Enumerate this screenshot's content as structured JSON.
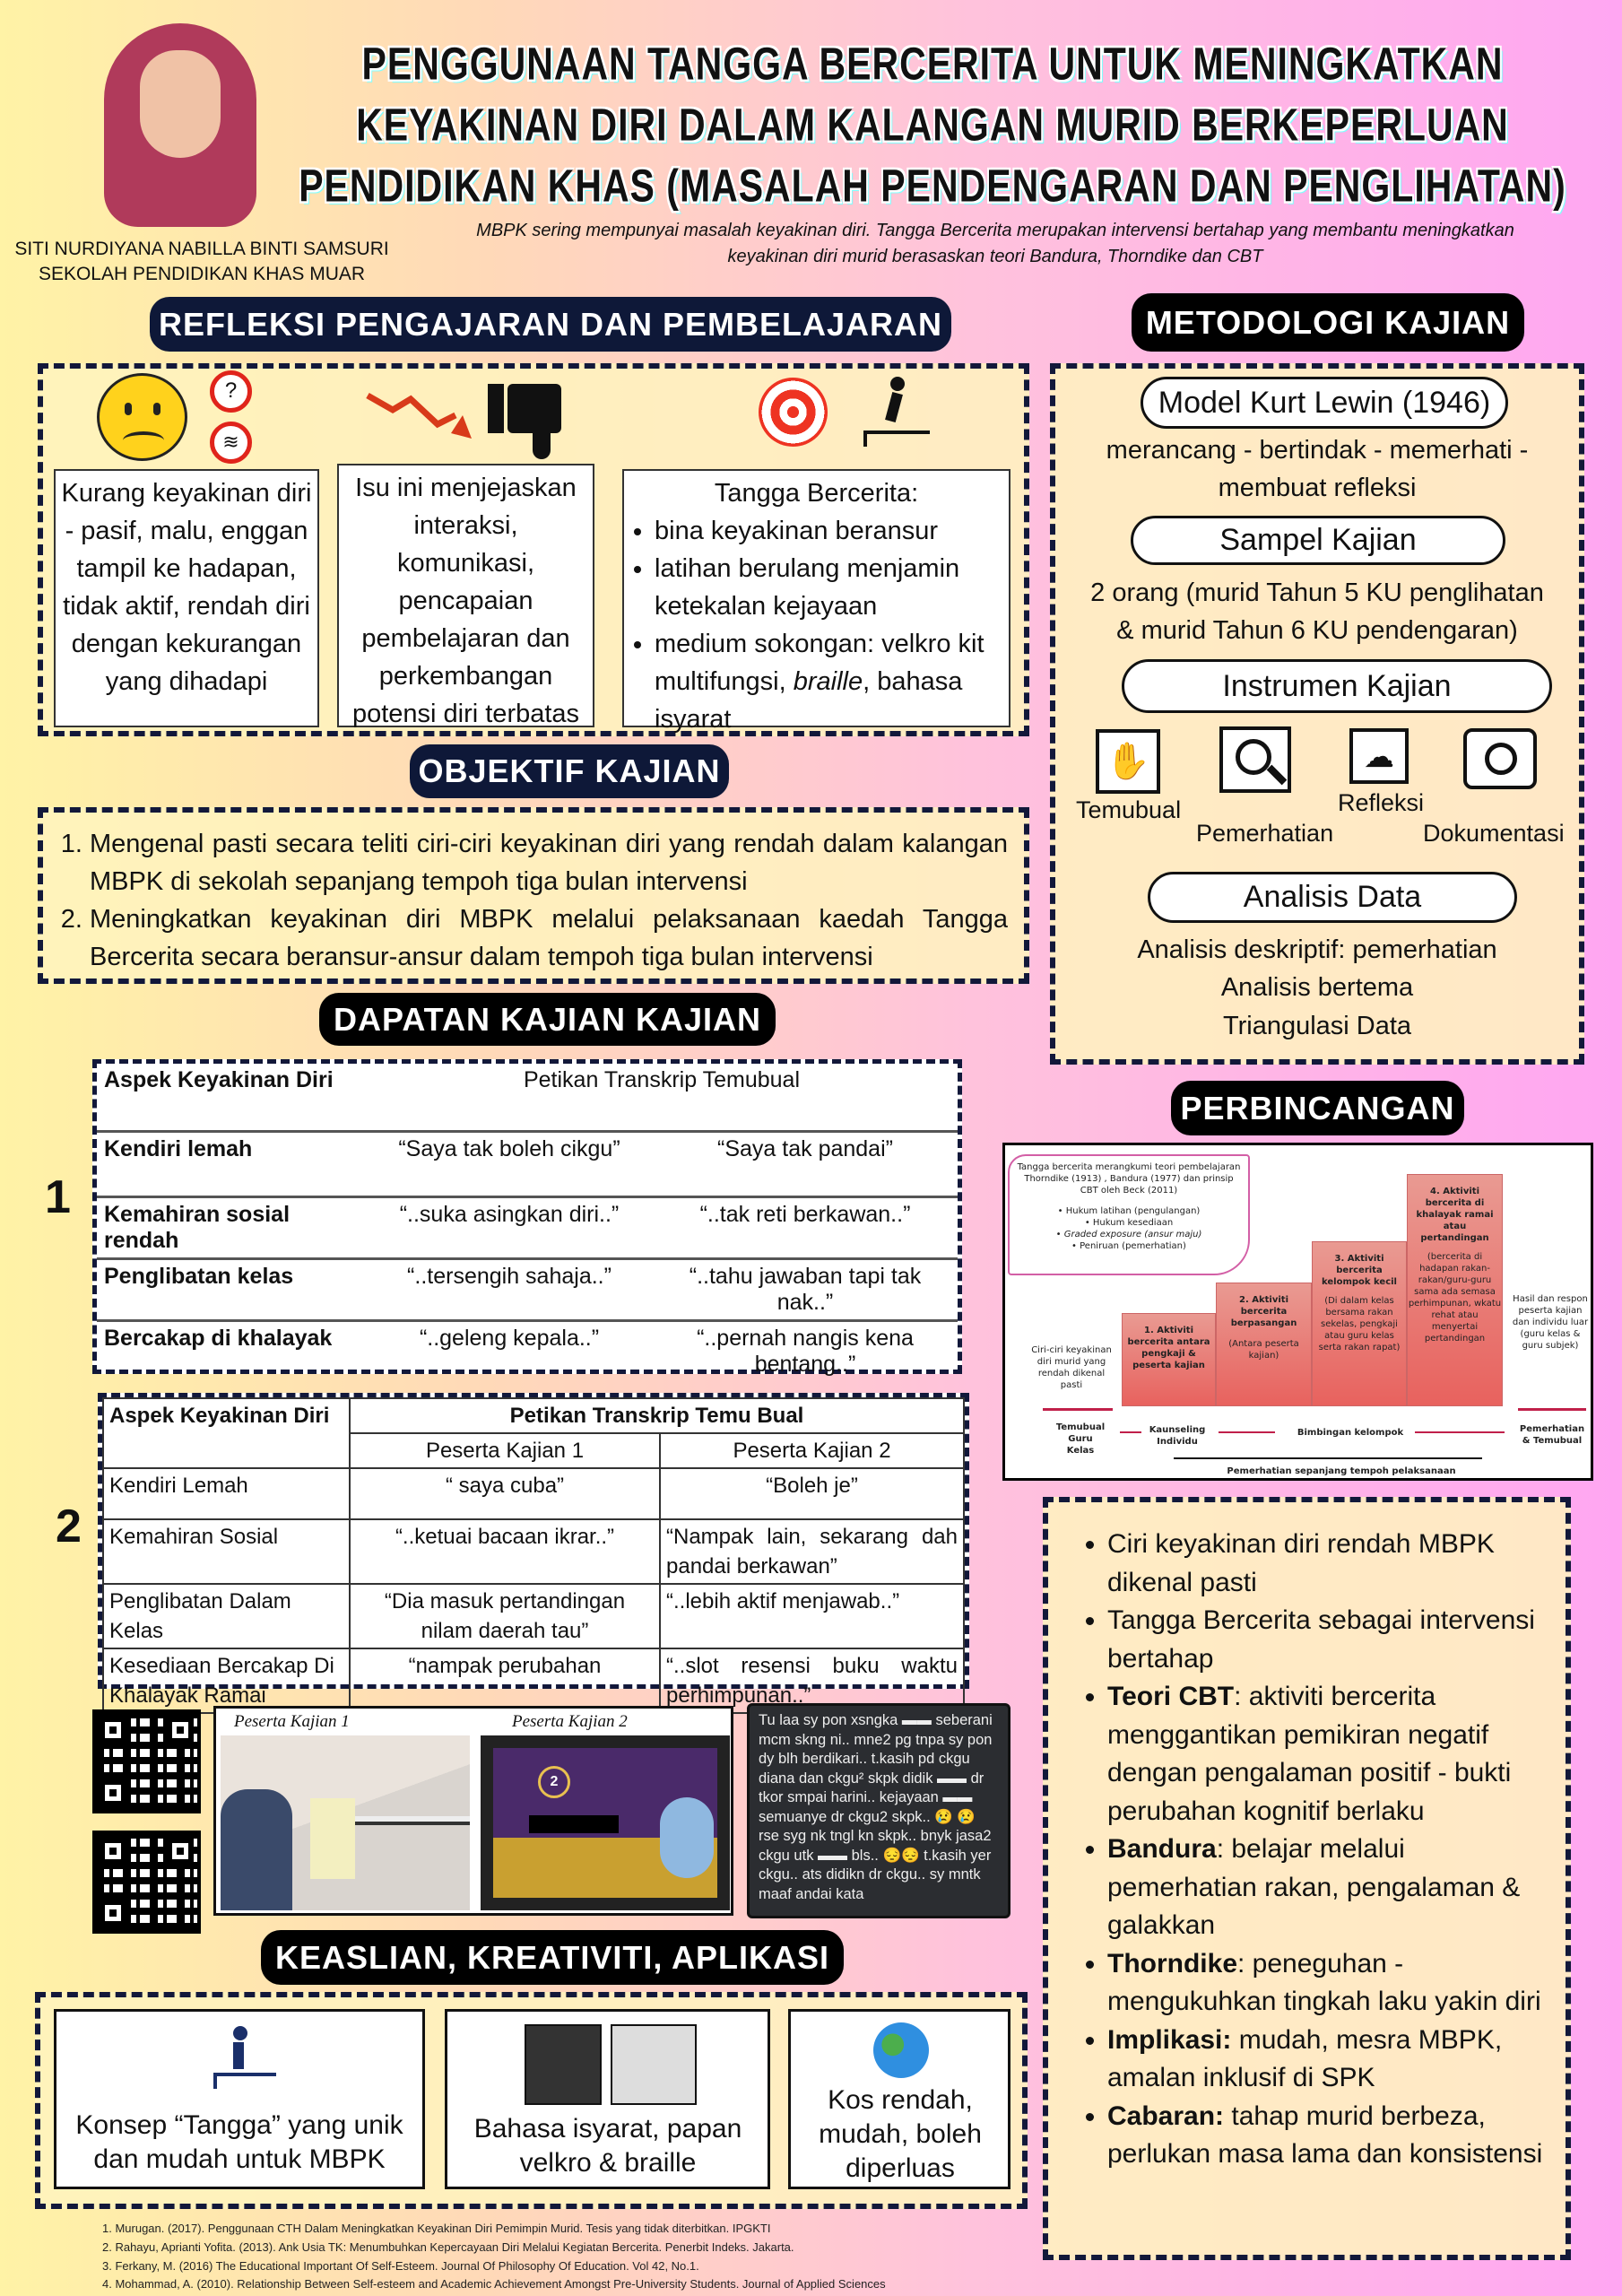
{
  "author": {
    "name": "SITI NURDIYANA NABILLA BINTI SAMSURI",
    "school": "SEKOLAH PENDIDIKAN KHAS MUAR"
  },
  "title": {
    "line1": "PENGGUNAAN TANGGA BERCERITA UNTUK MENINGKATKAN",
    "line2": "KEYAKINAN DIRI DALAM KALANGAN MURID BERKEPERLUAN",
    "line3": "PENDIDIKAN KHAS (MASALAH PENDENGARAN DAN PENGLIHATAN)"
  },
  "subtitle": {
    "line1": "MBPK sering mempunyai masalah keyakinan diri. Tangga Bercerita merupakan intervensi bertahap yang membantu meningkatkan",
    "line2": "keyakinan diri murid berasaskan teori Bandura, Thorndike dan CBT"
  },
  "refleksi": {
    "heading": "REFLEKSI PENGAJARAN DAN PEMBELAJARAN",
    "box1": "Kurang keyakinan diri - pasif, malu, enggan tampil ke hadapan, tidak aktif, rendah diri dengan kekurangan yang dihadapi",
    "box2": "Isu ini menjejaskan interaksi, komunikasi, pencapaian pembelajaran dan perkembangan potensi diri terbatas",
    "box3": {
      "title": "Tangga Bercerita:",
      "items": [
        "bina keyakinan beransur",
        "latihan berulang menjamin ketekalan kejayaan"
      ],
      "item3_pre": "medium sokongan: velkro kit multifungsi, ",
      "item3_italic": "braille",
      "item3_post": ", bahasa isyarat"
    }
  },
  "objektif": {
    "heading": "OBJEKTIF KAJIAN",
    "items": [
      "Mengenal pasti secara teliti ciri-ciri keyakinan diri yang rendah dalam kalangan MBPK di sekolah sepanjang tempoh tiga bulan intervensi",
      "Meningkatkan keyakinan diri MBPK melalui pelaksanaan kaedah Tangga Bercerita secara beransur-ansur dalam tempoh tiga bulan intervensi"
    ]
  },
  "dapatan": {
    "heading": "DAPATAN KAJIAN KAJIAN",
    "table1": {
      "number": "1",
      "headers": [
        "Aspek Keyakinan Diri",
        "Petikan Transkrip Temubual"
      ],
      "rows": [
        [
          "Kendiri lemah",
          "“Saya tak boleh cikgu”",
          "“Saya tak pandai”"
        ],
        [
          "Kemahiran sosial rendah",
          "“..suka asingkan diri..”",
          "“..tak reti berkawan..”"
        ],
        [
          "Penglibatan kelas",
          "“..tersengih sahaja..”",
          "“..tahu jawaban tapi tak nak..”"
        ],
        [
          "Bercakap di khalayak",
          "“..geleng kepala..”",
          "“..pernah nangis kena bentang..”"
        ]
      ]
    },
    "table2": {
      "number": "2",
      "headers": [
        "Aspek Keyakinan Diri",
        "Petikan Transkrip Temu Bual"
      ],
      "subheaders": [
        "Peserta Kajian 1",
        "Peserta Kajian 2"
      ],
      "rows": [
        [
          "Kendiri Lemah",
          "“ saya cuba”",
          "“Boleh je”"
        ],
        [
          "Kemahiran Sosial",
          "“..ketuai bacaan ikrar..”",
          "“Nampak lain, sekarang dah pandai berkawan”"
        ],
        [
          "Penglibatan Dalam Kelas",
          "“Dia masuk pertandingan nilam daerah tau”",
          "“..lebih aktif menjawab..”"
        ],
        [
          "Kesediaan Bercakap Di Khalayak Ramai",
          "“nampak perubahan",
          "“..slot resensi buku waktu perhimpunan..”"
        ]
      ]
    },
    "photo_labels": [
      "Peserta Kajian 1",
      "Peserta Kajian 2"
    ],
    "chat": "Tu laa sy pon xsngka ▬▬ seberani mcm skng ni.. mne2 pg tnpa sy pon dy blh berdikari.. t.kasih pd ckgu diana dan ckgu² skpk didik ▬▬ dr tkor smpai harini.. kejayaan ▬▬ semuanye dr ckgu2 skpk.. 😢 😢 rse syg nk tngl kn skpk.. bnyk jasa2 ckgu utk ▬▬ bls.. 😔😔 t.kasih yer ckgu.. ats didikn dr ckgu.. sy mntk maaf andai kata"
  },
  "keaslian": {
    "heading": "KEASLIAN, KREATIVITI, APLIKASI",
    "cards": [
      "Konsep “Tangga” yang unik dan mudah untuk MBPK",
      "Bahasa isyarat, papan velkro & braille",
      "Kos rendah, mudah, boleh diperluas"
    ]
  },
  "references": [
    "1. Murugan. (2017). Penggunaan CTH Dalam Meningkatkan Keyakinan Diri Pemimpin Murid. Tesis   yang tidak diterbitkan. IPGKTI",
    "2. Rahayu, Aprianti Yofita. (2013). Ank Usia TK: Menumbuhkan Kepercayaan Diri Melalui Kegiatan   Bercerita. Penerbit Indeks. Jakarta.",
    "3. Ferkany, M. (2016) The Educational Important Of Self-Esteem. Journal Of Philosophy Of  Education. Vol 42, No.1.",
    "4. Mohammad, A. (2010). Relationship Between Self-esteem and Academic Achievement Amongst Pre-University Students. Journal of Applied Sciences"
  ],
  "metodologi": {
    "heading": "METODOLOGI KAJIAN",
    "model": "Model Kurt Lewin (1946)",
    "model_desc": [
      "merancang - bertindak - memerhati -",
      "membuat refleksi"
    ],
    "sampel": "Sampel Kajian",
    "sampel_desc": [
      "2 orang (murid Tahun 5 KU penglihatan",
      "& murid Tahun 6 KU pendengaran)"
    ],
    "instrumen": "Instrumen Kajian",
    "instruments": [
      "Temubual",
      "Pemerhatian",
      "Refleksi",
      "Dokumentasi"
    ],
    "analisis": "Analisis Data",
    "analisis_desc": [
      "Analisis deskriptif: pemerhatian",
      "Analisis bertema",
      "Triangulasi Data"
    ]
  },
  "perbincangan": {
    "heading": "PERBINCANGAN",
    "diagram": {
      "theory": "Tangga bercerita merangkumi teori pembelajaran Thorndike (1913) , Bandura (1977) dan prinsip CBT oleh Beck (2011)",
      "theory_items": [
        "Hukum latihan (pengulangan)",
        "Hukum kesediaan",
        "Graded exposure (ansur maju)",
        "Peniruan (pemerhatian)"
      ],
      "left": "Ciri-ciri keyakinan diri murid yang rendah dikenal pasti",
      "right": "Hasil dan respon peserta kajian dan individu luar (guru kelas & guru subjek)",
      "steps": [
        {
          "title": "1. Aktiviti bercerita antara pengkaji & peserta kajian",
          "desc": ""
        },
        {
          "title": "2. Aktiviti bercerita berpasangan",
          "desc": "(Antara peserta kajian)"
        },
        {
          "title": "3. Aktiviti bercerita kelompok kecil",
          "desc": "(Di dalam kelas bersama rakan sekelas, pengkaji atau guru kelas serta rakan rapat)"
        },
        {
          "title": "4. Aktiviti bercerita di khalayak ramai atau pertandingan",
          "desc": "(bercerita di hadapan rakan-rakan/guru-guru sama ada semasa perhimpunan, wkatu rehat atau menyertai pertandingan"
        }
      ],
      "phases": [
        "Temubual Guru Kelas",
        "Kaunseling Individu",
        "Bimbingan kelompok",
        "Pemerhatian & Temubual"
      ],
      "timeline": "Pemerhatian sepanjang tempoh pelaksanaan"
    },
    "points": [
      {
        "bold": "",
        "text": "Ciri keyakinan diri rendah MBPK dikenal pasti"
      },
      {
        "bold": "",
        "text": "Tangga Bercerita sebagai intervensi bertahap"
      },
      {
        "bold": "Teori CBT",
        "text": ": aktiviti bercerita menggantikan pemikiran negatif dengan pengalaman positif - bukti perubahan kognitif berlaku"
      },
      {
        "bold": "Bandura",
        "text": ": belajar melalui pemerhatian rakan, pengalaman & galakkan"
      },
      {
        "bold": "Thorndike",
        "text": ": peneguhan - mengukuhkan  tingkah laku yakin diri"
      },
      {
        "bold": "Implikasi:",
        "text": " mudah, mesra MBPK, amalan inklusif di SPK"
      },
      {
        "bold": "Cabaran:",
        "text": " tahap murid berbeza, perlukan masa lama dan konsistensi"
      }
    ]
  },
  "colors": {
    "navy": "#0e1838",
    "dash": "#12183a",
    "step": "#e8625e"
  }
}
